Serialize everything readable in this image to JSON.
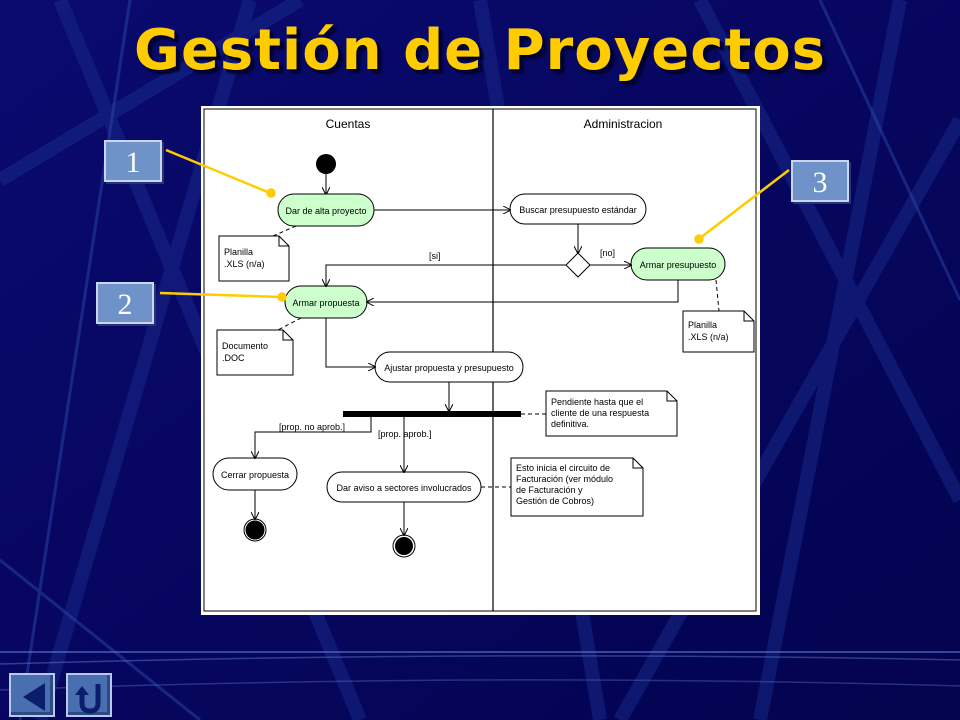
{
  "slide": {
    "title": "Gestión de Proyectos",
    "accent_color": "#ffcc00",
    "background_color": "#04045e"
  },
  "callouts": [
    "1",
    "2",
    "3"
  ],
  "swimlanes": {
    "left": "Cuentas",
    "right": "Administracion"
  },
  "activities": {
    "alta": "Dar de alta proyecto",
    "buscar": "Buscar presupuesto estándar",
    "armar_presupuesto": "Armar presupuesto",
    "armar_propuesta": "Armar propuesta",
    "ajustar": "Ajustar propuesta y presupuesto",
    "cerrar": "Cerrar propuesta",
    "aviso": "Dar aviso a sectores involucrados"
  },
  "guards": {
    "si": "[si]",
    "no": "[no]",
    "no_aprob": "[prop. no aprob.]",
    "aprob": "[prop. aprob.]"
  },
  "notes": {
    "planilla_1": [
      "Planilla",
      ".XLS (n/a)"
    ],
    "documento": [
      "Documento",
      ".DOC"
    ],
    "planilla_2": [
      "Planilla",
      ".XLS (n/a)"
    ],
    "pendiente": [
      "Pendiente hasta que el",
      "cliente de una respuesta",
      "definitiva."
    ],
    "facturacion": [
      "Esto inicia el circuito de",
      "Facturación (ver módulo",
      "de Facturación y",
      "Gestión de Cobros)"
    ]
  },
  "nav": {
    "back_icon": "back-triangle-icon",
    "return_icon": "return-arrow-icon"
  },
  "colors": {
    "activity_fill_highlight": "#ccffcc",
    "callout_fill": "#6f92c8",
    "leader_line": "#ffcc00"
  }
}
